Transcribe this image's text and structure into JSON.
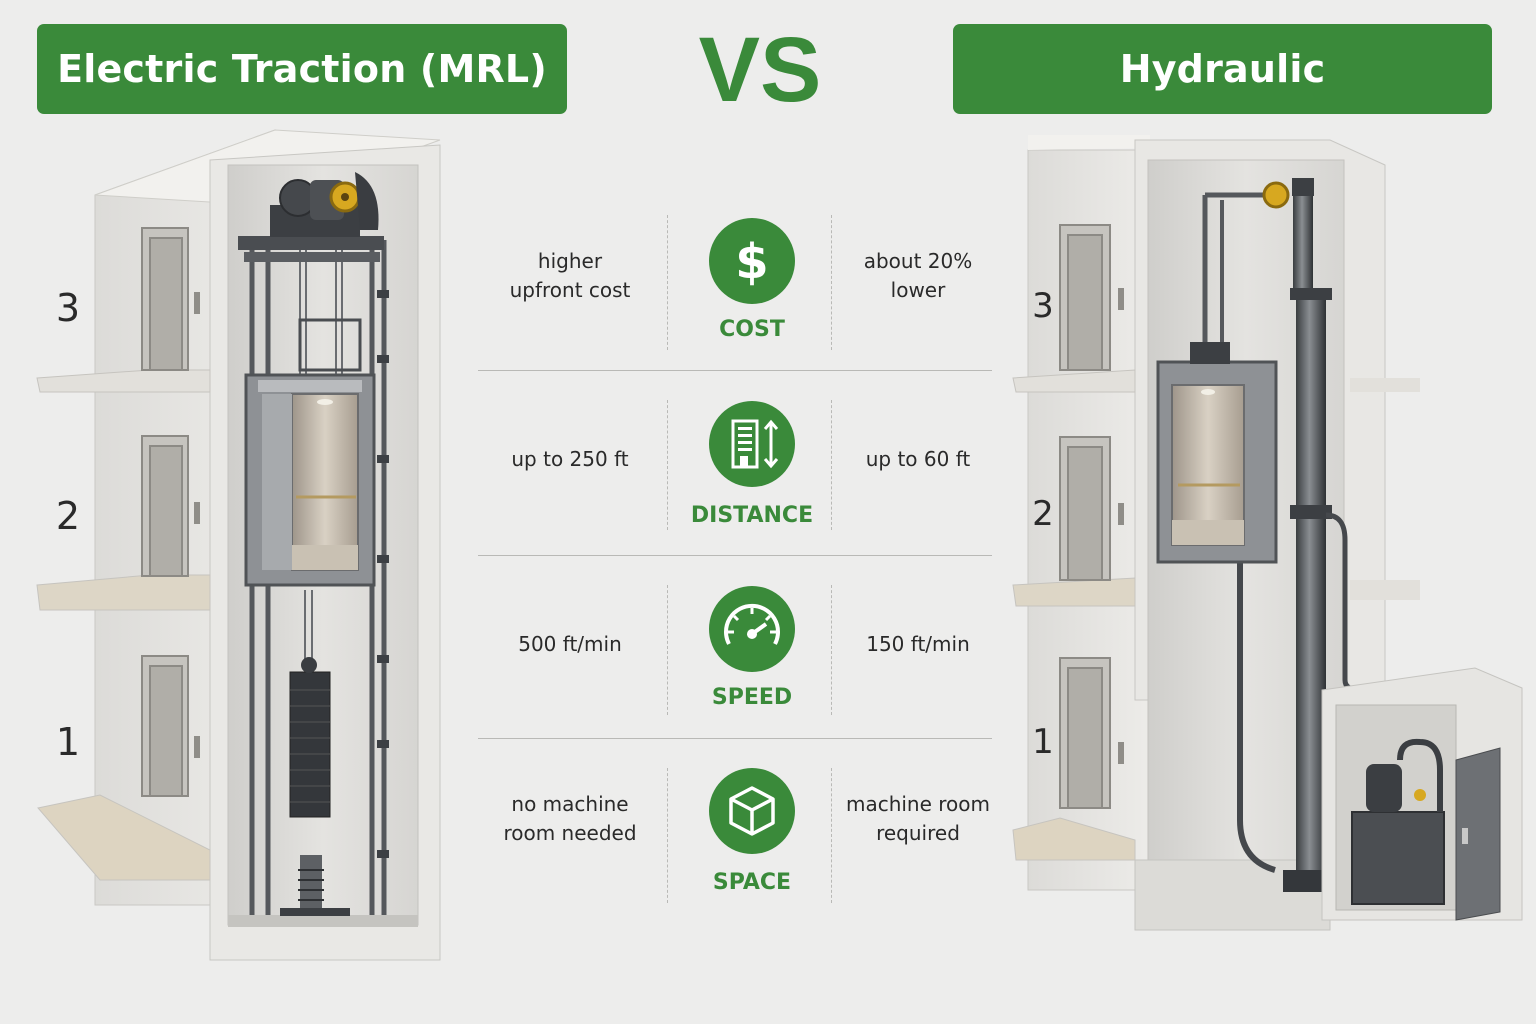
{
  "header": {
    "left_title": "Electric Traction (MRL)",
    "vs": "VS",
    "right_title": "Hydraulic"
  },
  "floors": {
    "left": [
      "3",
      "2",
      "1"
    ],
    "right": [
      "3",
      "2",
      "1"
    ]
  },
  "comparison": [
    {
      "label": "COST",
      "icon": "dollar-icon",
      "left": "higher\nupfront cost",
      "right": "about 20%\nlower"
    },
    {
      "label": "DISTANCE",
      "icon": "building-distance-icon",
      "left": "up to 250 ft",
      "right": "up to 60 ft"
    },
    {
      "label": "SPEED",
      "icon": "speedometer-icon",
      "left": "500 ft/min",
      "right": "150 ft/min"
    },
    {
      "label": "SPACE",
      "icon": "cube-icon",
      "left": "no machine\nroom needed",
      "right": "machine room\nrequired"
    }
  ],
  "colors": {
    "accent_green": "#3a8a3a",
    "background": "#ededec",
    "wall": "#e6e5e2"
  }
}
